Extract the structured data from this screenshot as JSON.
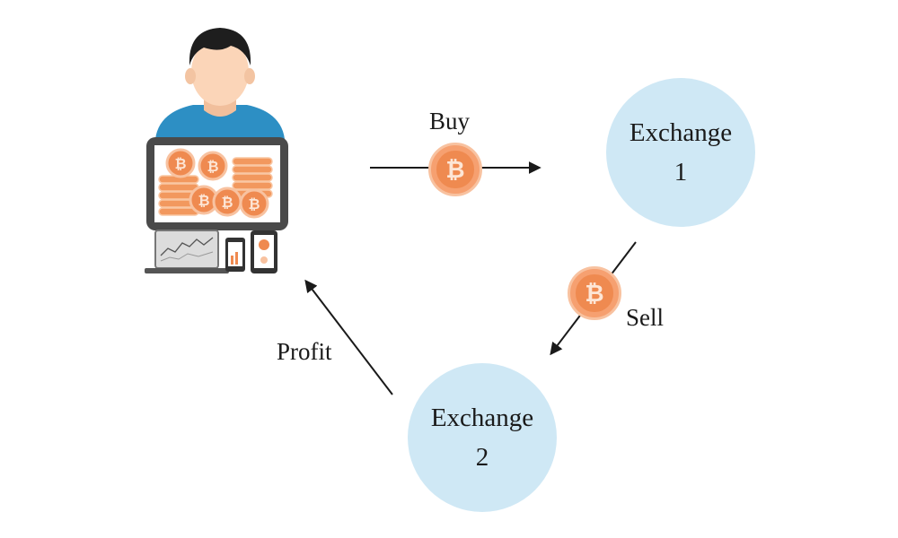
{
  "nodes": {
    "exchange1": {
      "line1": "Exchange",
      "line2": "1"
    },
    "exchange2": {
      "line1": "Exchange",
      "line2": "2"
    }
  },
  "edges": {
    "buy": "Buy",
    "sell": "Sell",
    "profit": "Profit"
  },
  "icons": {
    "coin_symbol": "₿",
    "trader": "trader-with-monitor-icon"
  },
  "colors": {
    "exchange_fill": "#cfe8f5",
    "coin_fill": "#ef8a50",
    "coin_ring": "#f8c2a0",
    "shirt": "#2d8fc4",
    "skin": "#fbd5b8",
    "hair": "#1e1e1e",
    "arrow": "#1a1a1a"
  }
}
